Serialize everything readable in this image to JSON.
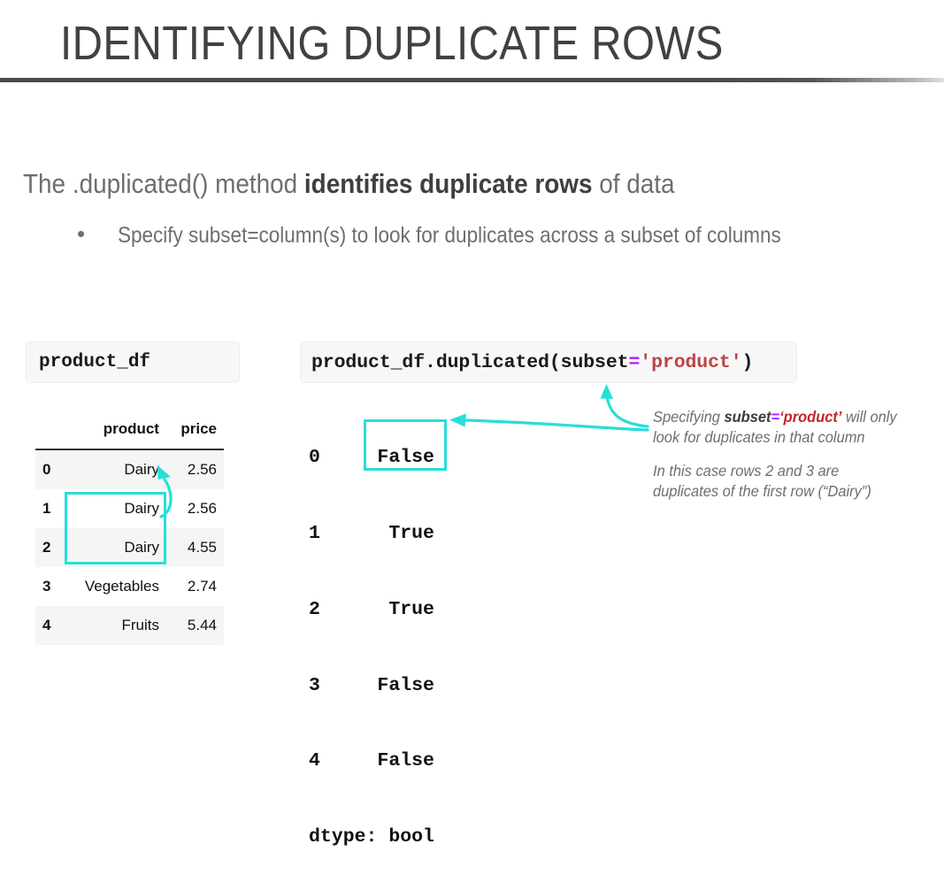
{
  "slide": {
    "title": "IDENTIFYING DUPLICATE ROWS",
    "lead_prefix": "The .duplicated() method ",
    "lead_bold": "identifies duplicate rows",
    "lead_suffix": " of data",
    "bullet": "Specify subset=column(s) to look for duplicates across a subset of columns",
    "bullet_glyph": "•"
  },
  "code_chips": {
    "left_label": "product_df",
    "right": {
      "prefix": "product_df.duplicated(subset",
      "operator": "=",
      "string": "'product'",
      "suffix": ")"
    }
  },
  "series_output": {
    "rows": [
      {
        "index": "0",
        "value": "False"
      },
      {
        "index": "1",
        "value": "True"
      },
      {
        "index": "2",
        "value": "True"
      },
      {
        "index": "3",
        "value": "False"
      },
      {
        "index": "4",
        "value": "False"
      }
    ],
    "lines": [
      "0     False",
      "1      True",
      "2      True",
      "3     False",
      "4     False",
      "dtype: bool"
    ],
    "dtype_line": "dtype: bool"
  },
  "dataframe": {
    "index_header": "",
    "columns": [
      "product",
      "price"
    ],
    "rows": [
      {
        "index": "0",
        "product": "Dairy",
        "price": "2.56"
      },
      {
        "index": "1",
        "product": "Dairy",
        "price": "2.56"
      },
      {
        "index": "2",
        "product": "Dairy",
        "price": "4.55"
      },
      {
        "index": "3",
        "product": "Vegetables",
        "price": "2.74"
      },
      {
        "index": "4",
        "product": "Fruits",
        "price": "5.44"
      }
    ]
  },
  "annotations": {
    "note1": {
      "part1": "Specifying ",
      "bold": "subset",
      "operator": "=",
      "string": "‘product’",
      "part2": " will only look for duplicates in that column"
    },
    "note2": "In this case rows 2 and 3 are duplicates of the first row (“Dairy”)"
  },
  "colors": {
    "accent_cyan": "#26dfd9",
    "title_gray": "#414141",
    "body_gray": "#6e6e6e",
    "code_string_red": "#bb4444",
    "code_operator_purple": "#aa22ff",
    "chip_bg": "#f7f7f7",
    "row_stripe": "#f5f5f5"
  }
}
